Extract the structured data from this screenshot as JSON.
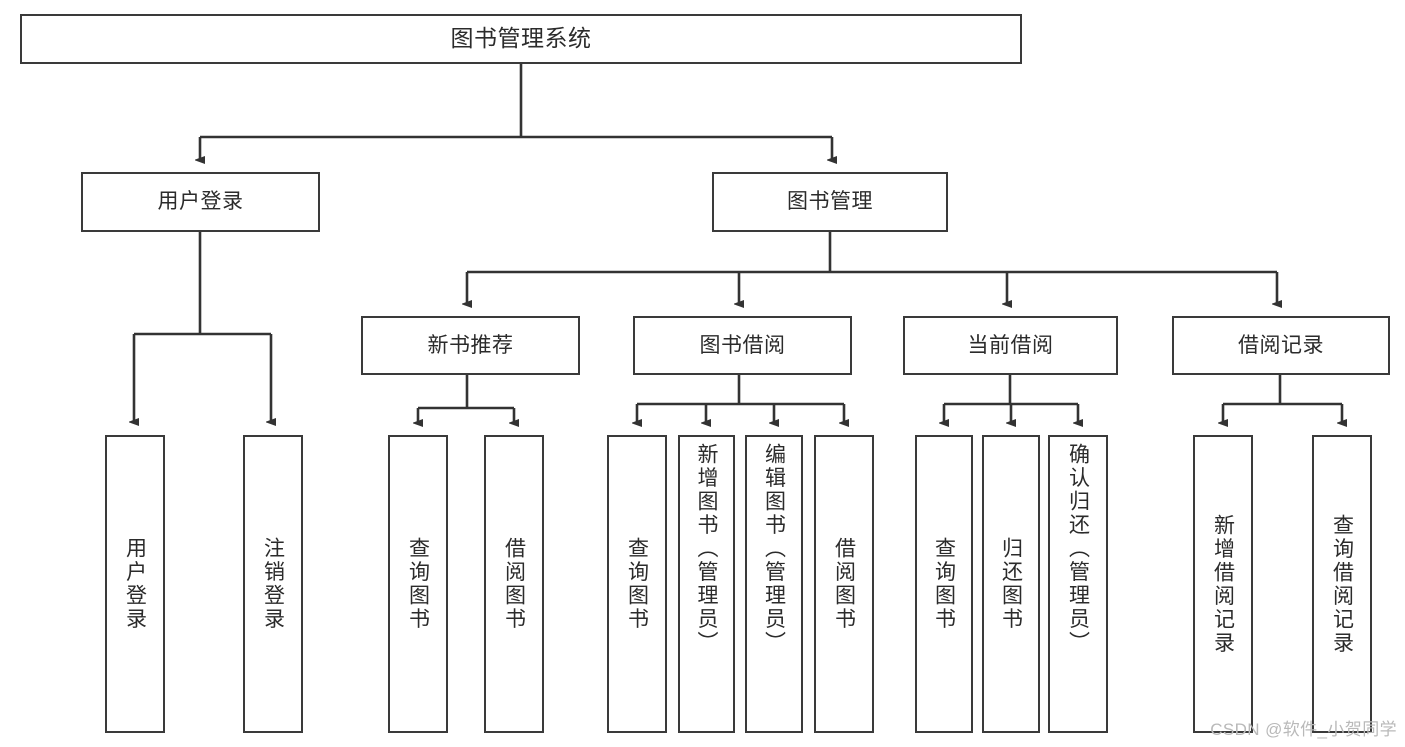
{
  "diagram": {
    "title_node": {
      "label": "图书管理系统"
    },
    "level2": [
      {
        "label": "用户登录"
      },
      {
        "label": "图书管理"
      }
    ],
    "level3": [
      {
        "label": "新书推荐"
      },
      {
        "label": "图书借阅"
      },
      {
        "label": "当前借阅"
      },
      {
        "label": "借阅记录"
      }
    ],
    "leaves": {
      "user_login": [
        {
          "label": "用户登录"
        },
        {
          "label": "注销登录"
        }
      ],
      "new_book": [
        {
          "label": "查询图书"
        },
        {
          "label": "借阅图书"
        }
      ],
      "borrow_book": [
        {
          "label": "查询图书"
        },
        {
          "label": "新增图书（管理员）"
        },
        {
          "label": "编辑图书（管理员）"
        },
        {
          "label": "借阅图书"
        }
      ],
      "current_borrow": [
        {
          "label": "查询图书"
        },
        {
          "label": "归还图书"
        },
        {
          "label": "确认归还（管理员）"
        }
      ],
      "borrow_record": [
        {
          "label": "新增借阅记录"
        },
        {
          "label": "查询借阅记录"
        }
      ]
    }
  },
  "watermark": {
    "text": "CSDN @软件_小贺同学"
  },
  "colors": {
    "box_border": "#3a3a3a",
    "connector": "#333333",
    "background": "#ffffff",
    "text": "#2b2b2b",
    "watermark": "#b9b9b9"
  }
}
